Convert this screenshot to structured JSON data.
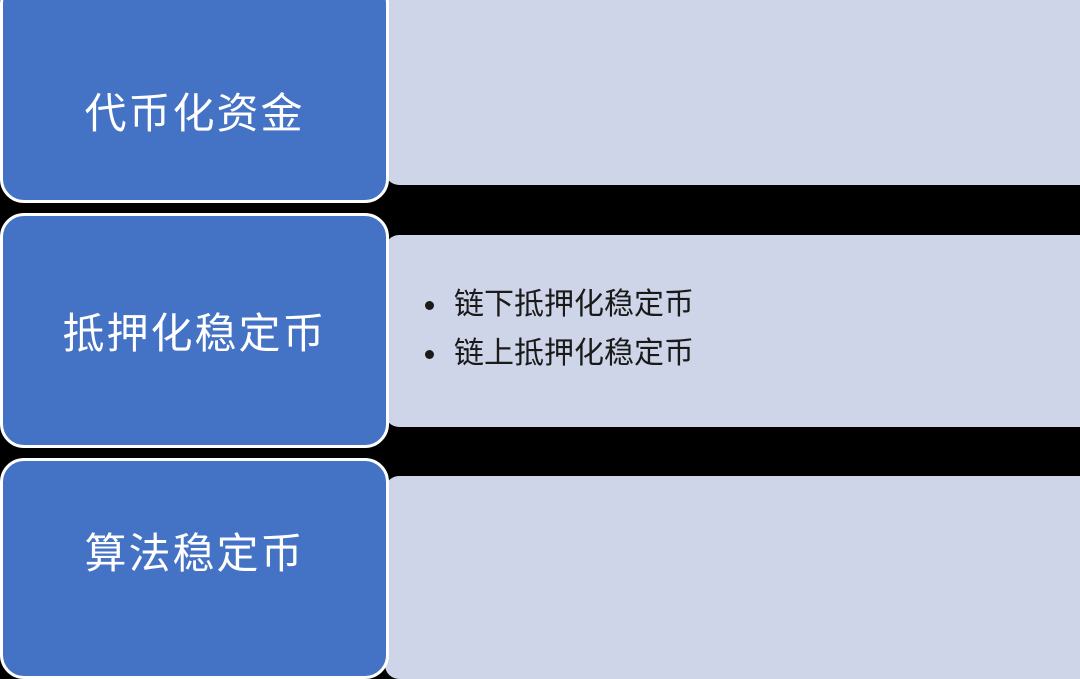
{
  "diagram": {
    "rows": [
      {
        "label": "代币化资金",
        "bullets": []
      },
      {
        "label": "抵押化稳定币",
        "bullets": [
          "链下抵押化稳定币",
          "链上抵押化稳定币"
        ]
      },
      {
        "label": "算法稳定币",
        "bullets": []
      }
    ]
  },
  "colors": {
    "background": "#000000",
    "label_fill": "#4472c4",
    "label_border": "#ffffff",
    "panel_fill": "#cfd5e8",
    "text_dark": "#1a1a1a"
  }
}
